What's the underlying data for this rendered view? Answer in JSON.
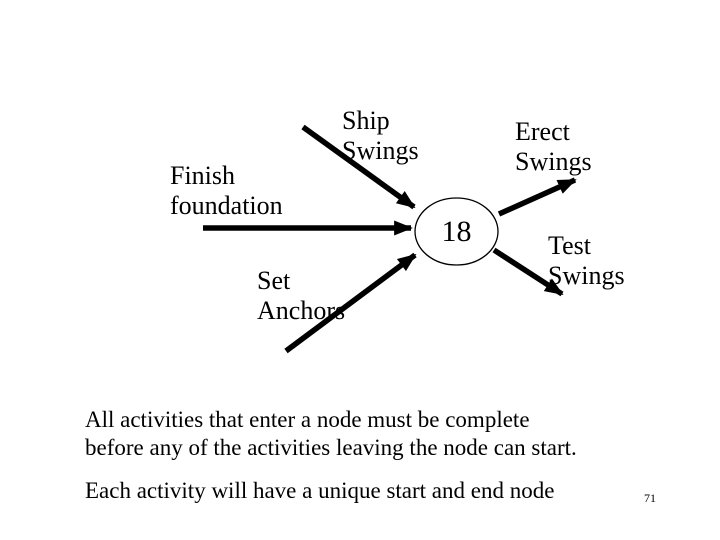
{
  "colors": {
    "background": "#ffffff",
    "ink": "#000000"
  },
  "diagram": {
    "node": {
      "label": "18"
    },
    "incoming_activities": [
      {
        "label": "Ship\nSwings"
      },
      {
        "label": "Finish\nfoundation"
      },
      {
        "label": "Set\nAnchors"
      }
    ],
    "outgoing_activities": [
      {
        "label": "Erect\nSwings"
      },
      {
        "label": "Test\nSwings"
      }
    ]
  },
  "notes": {
    "rule": "All activities that enter a node must be complete\nbefore any of the activities leaving the node can start.",
    "unique": "Each activity will have a unique start and end node"
  },
  "footer": {
    "page_number": "71"
  }
}
